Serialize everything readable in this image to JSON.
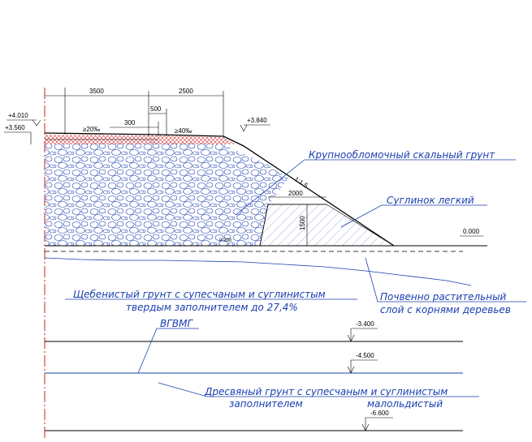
{
  "dimensions": {
    "top_left": "3500",
    "top_right": "2500",
    "small_500": "500",
    "small_300": "300",
    "berm_width": "2000",
    "berm_height": "1500",
    "slope_ratio": "1:1.5",
    "offset_0200": "0.200"
  },
  "slopes": {
    "left": "≥20‰",
    "right": "≥40‰"
  },
  "levels": {
    "l4010": "+4.010",
    "l3560": "+3.560",
    "l3840": "+3.840",
    "l0000": "0.000",
    "l_3400": "-3.400",
    "l_4500": "-4.500",
    "l_6600": "-6.600"
  },
  "labels": {
    "rock_fill": "Крупнообломочный скальный грунт",
    "light_loam": "Суглинок легкий",
    "topsoil_1": "Почвенно растительный",
    "topsoil_2": "слой с корнями деревьев",
    "gravel_1": "Щебенистый грунт с супесчаным и суглинистым",
    "gravel_2": "твердым заполнителем до 27,4%",
    "permafrost": "ВГВМГ",
    "dresva_1": "Дресвяный грунт с супесчаным и суглинистым",
    "dresva_2": "заполнителем",
    "dresva_3": "малольдистый"
  },
  "colors": {
    "line": "#000000",
    "accent": "#1a3fb0",
    "axis": "#cc2020",
    "hatch_red": "#d03030"
  }
}
